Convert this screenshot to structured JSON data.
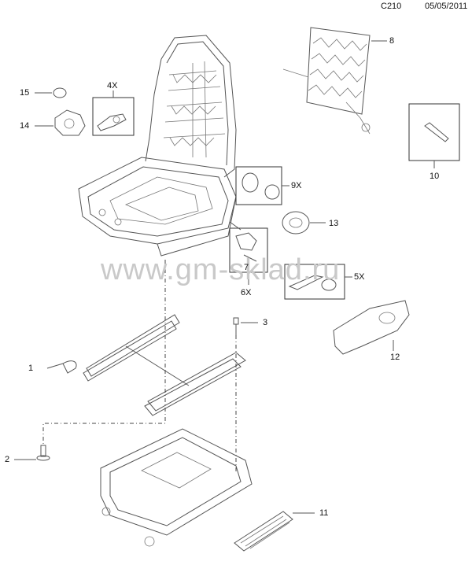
{
  "header": {
    "code": "C210",
    "date": "05/05/2011"
  },
  "watermark": "www.gm-sklad.ru",
  "callouts": [
    {
      "id": "c8",
      "text": "8"
    },
    {
      "id": "c15",
      "text": "15"
    },
    {
      "id": "c4x",
      "text": "4X"
    },
    {
      "id": "c14",
      "text": "14"
    },
    {
      "id": "c10",
      "text": "10"
    },
    {
      "id": "c9x",
      "text": "9X"
    },
    {
      "id": "c13",
      "text": "13"
    },
    {
      "id": "c7",
      "text": "7"
    },
    {
      "id": "c6x",
      "text": "6X"
    },
    {
      "id": "c5x",
      "text": "5X"
    },
    {
      "id": "c3",
      "text": "3"
    },
    {
      "id": "c12",
      "text": "12"
    },
    {
      "id": "c1",
      "text": "1"
    },
    {
      "id": "c2",
      "text": "2"
    },
    {
      "id": "c11",
      "text": "11"
    }
  ]
}
